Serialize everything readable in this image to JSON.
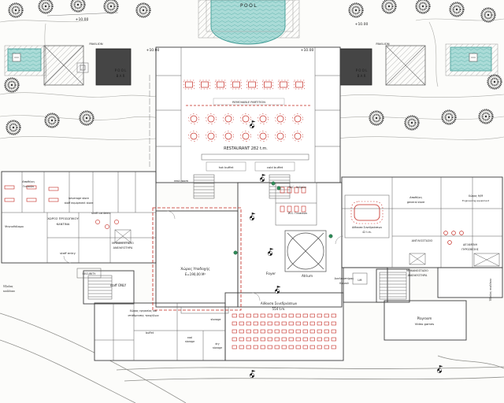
{
  "colors": {
    "water": "#aadbd7",
    "water_edge": "#3f9a94",
    "furniture_red": "#c4271f",
    "wall": "#3a3a3a",
    "plant_green": "#2e8b57",
    "terrain": "#a8a8a4"
  },
  "site": {
    "pool": "POOL",
    "elevation": "+10.00",
    "pavilion": "PAVILION",
    "pool_bar_line1": "P O O L",
    "pool_bar_line2": "B A R"
  },
  "restaurant": {
    "partition": "REMOVABLE PARTITION",
    "name": "RESTAURANT 282 t.m.",
    "hot_buffet": "hot buffet",
    "cold_buffet": "cold buffet",
    "rest_room": "rest room",
    "wc_men": "W.C. Ανδρών",
    "wc_women": "W.C. Γυναικών"
  },
  "left_wing": {
    "storage_line1": "Αποθήκη",
    "storage_line2": "Γενικών",
    "beverage_store": "beverage store",
    "staff_equipment_store": "staff equipment store",
    "staff_canteen": "staff canteen",
    "staff_area": "ΧΩΡΟΣ ΠΡΟΣΩΠΙΚΟΥ",
    "kantina": "KANTINA",
    "cold_rooms": "Ψυγειοθάλαμοι",
    "staff_entry": "staff entry",
    "machine_room_line1": "ΜΗΧΑΝΟΣΤΑΣΙΟ",
    "machine_room_line2": "ΑΝΕΛΚΥΣΤΗΡΑ",
    "security": "SECURITY",
    "emergency_exit_line1": "Έξοδος",
    "emergency_exit_line2": "κινδύνου",
    "staff_only": "staff ONLY"
  },
  "center": {
    "lobby_line1": "Χώρος Υποδοχής",
    "lobby_line2": "Ε=190,00 Μ²",
    "foyer": "Foyer",
    "atrium": "Atrium",
    "elevator_line1": "Ανελκυστήρας",
    "elevator_line2": "Κοινού",
    "lift": "Lift"
  },
  "right_wing": {
    "conference_line1": "Αίθουσα Συνεδριάσεων",
    "conference_line2": "42 t.m.",
    "store_line1": "Αποθήκη",
    "store_line2": "general store",
    "em_line1": "Χώρος Η/Μ",
    "em_line2": "Engineering equipment",
    "pump_station": "ΑΝΤΛΙΟΣΤΑΣΙΟ",
    "fire_tank_line1": "ΔΕΞΑΜΕΝΗ",
    "fire_tank_line2": "ΠΥΡΟΣΒΕΣΗΣ",
    "machine_room_line1": "ΜΗΧΑΝΟΣΤΑΣΙΟ",
    "machine_room_line2": "ΑΝΕΛΚΥΣΤΗΡΑ",
    "emergency_exit": "Έξοδος κινδύνου",
    "playroom_line1": "Playroom",
    "playroom_line2": "Video games"
  },
  "bottom": {
    "auditorium_line1": "Αίθουσα Συνεδριάσεων",
    "auditorium_line2": "554 t.m.",
    "work_area_line1": "Χώρος εργασίας και",
    "work_area_line2": "στάθμευσης τροχήλων",
    "storage": "storage",
    "buffet": "buffet",
    "cool_storage_line1": "cool",
    "cool_storage_line2": "storage",
    "dry_storage_line1": "dry",
    "dry_storage_line2": "storage"
  }
}
